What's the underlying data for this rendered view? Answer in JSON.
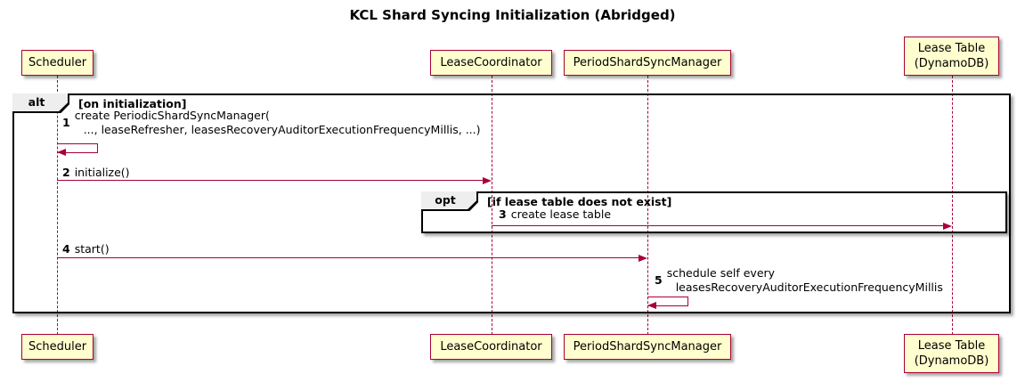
{
  "title": "KCL Shard Syncing Initialization (Abridged)",
  "colors": {
    "participant_fill": "#FEFECE",
    "participant_border": "#A80036",
    "arrow": "#A80036",
    "frame_border": "#000000",
    "frame_label_fill": "#EEEEEE"
  },
  "participants": [
    {
      "name": "Scheduler"
    },
    {
      "name": "LeaseCoordinator"
    },
    {
      "name": "PeriodShardSyncManager"
    },
    {
      "name": "Lease Table",
      "line2": "(DynamoDB)"
    }
  ],
  "frames": {
    "alt": {
      "keyword": "alt",
      "guard": "[on initialization]"
    },
    "opt": {
      "keyword": "opt",
      "guard": "[if lease table does not exist]"
    }
  },
  "messages": [
    {
      "num": "1",
      "line1": "create PeriodicShardSyncManager(",
      "line2": "..., leaseRefresher, leasesRecoveryAuditorExecutionFrequencyMillis, ...)"
    },
    {
      "num": "2",
      "text": "initialize()"
    },
    {
      "num": "3",
      "text": "create lease table"
    },
    {
      "num": "4",
      "text": "start()"
    },
    {
      "num": "5",
      "line1": "schedule self every",
      "line2": "leasesRecoveryAuditorExecutionFrequencyMillis"
    }
  ]
}
